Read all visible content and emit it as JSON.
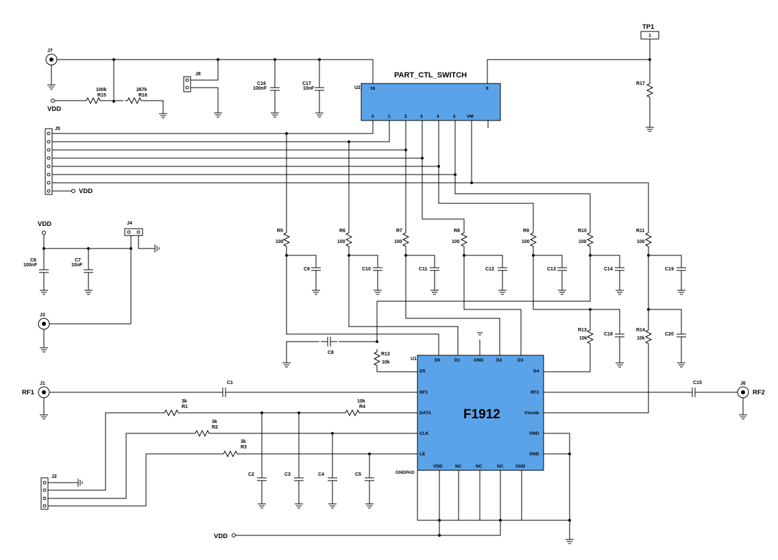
{
  "chips": {
    "u2": {
      "ref": "U2",
      "name": "PART_CTL_SWITCH",
      "pins": {
        "p16": "16",
        "p9": "9",
        "p0": "0",
        "p1": "1",
        "p2": "2",
        "p3": "3",
        "p4": "4",
        "p5": "5",
        "pvm": "VM"
      }
    },
    "u1": {
      "ref": "U1",
      "name": "F1912",
      "pins": {
        "d0": "D0",
        "d1": "D1",
        "gnd_top": "GND",
        "d2": "D2",
        "d3": "D3",
        "d5": "D5",
        "d4": "D4",
        "rf1": "RF1",
        "rf2": "RF2",
        "data": "DATA",
        "vmode": "Vmode",
        "clk": "CLK",
        "gnd_r1": "GND",
        "le": "LE",
        "gnd_r2": "GND",
        "vdd": "VDD",
        "nc1": "NC",
        "nc2": "NC",
        "nc3": "NC",
        "gnd_bot": "GND",
        "gndpad": "GNDPAD"
      }
    }
  },
  "connectors": {
    "j1": "J1",
    "j2": "J2",
    "j3": "J3",
    "j4": "J4",
    "j5": "J5",
    "j6": "J6",
    "j7": "J7",
    "j8": "J8",
    "tp1": "TP1",
    "tp1_pin": "1"
  },
  "resistors": {
    "r1": {
      "ref": "R1",
      "value": "3k"
    },
    "r2": {
      "ref": "R2",
      "value": "3k"
    },
    "r3": {
      "ref": "R3",
      "value": "3k"
    },
    "r4": {
      "ref": "R4",
      "value": "10k"
    },
    "r5": {
      "ref": "R5",
      "value": "100"
    },
    "r6": {
      "ref": "R6",
      "value": "100"
    },
    "r7": {
      "ref": "R7",
      "value": "100"
    },
    "r8": {
      "ref": "R8",
      "value": "100"
    },
    "r9": {
      "ref": "R9",
      "value": "100"
    },
    "r10": {
      "ref": "R10",
      "value": "100"
    },
    "r11": {
      "ref": "R11",
      "value": "100"
    },
    "r12": {
      "ref": "R12",
      "value": "10k"
    },
    "r13": {
      "ref": "R13",
      "value": "10k"
    },
    "r14": {
      "ref": "R14",
      "value": "10k"
    },
    "r15": {
      "ref": "R15",
      "value": "100k"
    },
    "r16": {
      "ref": "R16",
      "value": "267k"
    },
    "r17": {
      "ref": "R17",
      "value": ""
    }
  },
  "capacitors": {
    "c1": {
      "ref": "C1",
      "value": ""
    },
    "c2": {
      "ref": "C2",
      "value": ""
    },
    "c3": {
      "ref": "C3",
      "value": ""
    },
    "c4": {
      "ref": "C4",
      "value": ""
    },
    "c5": {
      "ref": "C5",
      "value": ""
    },
    "c6": {
      "ref": "C6",
      "value": "100nF"
    },
    "c7": {
      "ref": "C7",
      "value": "10nF"
    },
    "c8": {
      "ref": "C8",
      "value": ""
    },
    "c9": {
      "ref": "C9",
      "value": ""
    },
    "c10": {
      "ref": "C10",
      "value": ""
    },
    "c11": {
      "ref": "C11",
      "value": ""
    },
    "c12": {
      "ref": "C12",
      "value": ""
    },
    "c13": {
      "ref": "C13",
      "value": ""
    },
    "c14": {
      "ref": "C14",
      "value": ""
    },
    "c15": {
      "ref": "C15",
      "value": ""
    },
    "c16": {
      "ref": "C16",
      "value": "100nF"
    },
    "c17": {
      "ref": "C17",
      "value": "10nF"
    },
    "c18": {
      "ref": "C18",
      "value": ""
    },
    "c19": {
      "ref": "C19",
      "value": ""
    },
    "c20": {
      "ref": "C20",
      "value": ""
    }
  },
  "nets": {
    "vdd": "VDD",
    "rf1": "RF1",
    "rf2": "RF2"
  }
}
